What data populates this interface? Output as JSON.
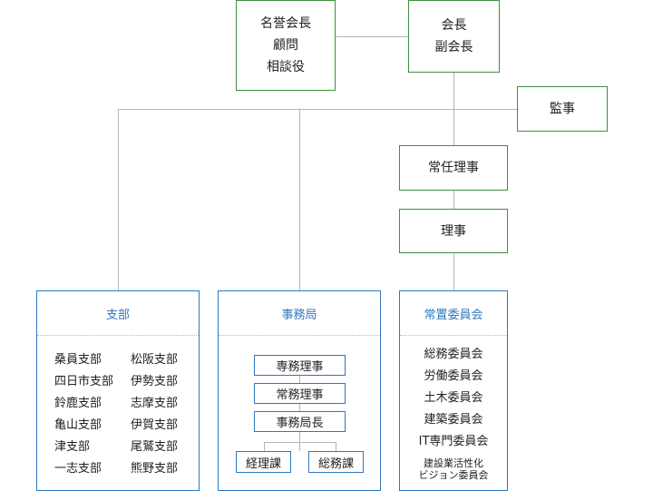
{
  "top": {
    "honorary": [
      "名誉会長",
      "顧問",
      "相談役"
    ],
    "chair": [
      "会長",
      "副会長"
    ],
    "auditor": "監事",
    "standing_directors": "常任理事",
    "directors": "理事"
  },
  "branch_panel": {
    "title": "支部",
    "left": [
      "桑員支部",
      "四日市支部",
      "鈴鹿支部",
      "亀山支部",
      "津支部",
      "一志支部"
    ],
    "right": [
      "松阪支部",
      "伊勢支部",
      "志摩支部",
      "伊賀支部",
      "尾鷲支部",
      "熊野支部"
    ]
  },
  "secretariat_panel": {
    "title": "事務局",
    "executive_director": "専務理事",
    "managing_director": "常務理事",
    "secretary_general": "事務局長",
    "accounting": "経理課",
    "general_affairs": "総務課"
  },
  "committee_panel": {
    "title": "常置委員会",
    "items": [
      "総務委員会",
      "労働委員会",
      "土木委員会",
      "建築委員会",
      "IT専門委員会"
    ],
    "last_line1": "建設業活性化",
    "last_line2": "ビジョン委員会"
  },
  "colors": {
    "green": "#3f8f3f",
    "blue": "#2e77c0",
    "line": "#b5b5b5"
  }
}
